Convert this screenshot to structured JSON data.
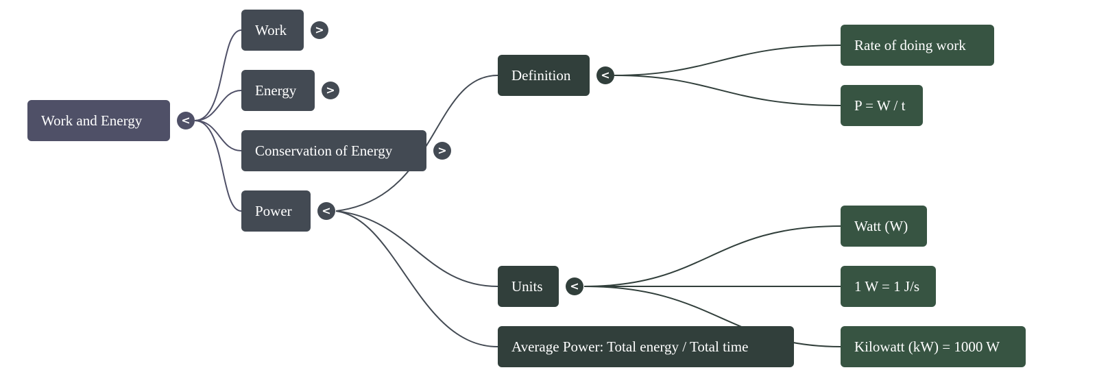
{
  "mindmap": {
    "root": {
      "label": "Work and Energy",
      "toggle": "<"
    },
    "branches": {
      "work": {
        "label": "Work",
        "toggle": ">"
      },
      "energy": {
        "label": "Energy",
        "toggle": ">"
      },
      "conservation": {
        "label": "Conservation of Energy",
        "toggle": ">"
      },
      "power": {
        "label": "Power",
        "toggle": "<"
      }
    },
    "power_children": {
      "definition": {
        "label": "Definition",
        "toggle": "<"
      },
      "units": {
        "label": "Units",
        "toggle": "<"
      },
      "average_power": {
        "label": "Average Power: Total energy / Total time"
      }
    },
    "definition_children": [
      {
        "label": "Rate of doing work"
      },
      {
        "label": "P = W / t"
      }
    ],
    "units_children": [
      {
        "label": "Watt (W)"
      },
      {
        "label": "1 W = 1 J/s"
      },
      {
        "label": "Kilowatt (kW) = 1000 W"
      }
    ],
    "colors": {
      "root": "#4f5067",
      "branch": "#434a53",
      "subbranch": "#313f3b",
      "leaf": "#375442",
      "edge_root": "#4f5067",
      "edge_branch": "#434a53",
      "edge_sub": "#313f3b"
    }
  }
}
